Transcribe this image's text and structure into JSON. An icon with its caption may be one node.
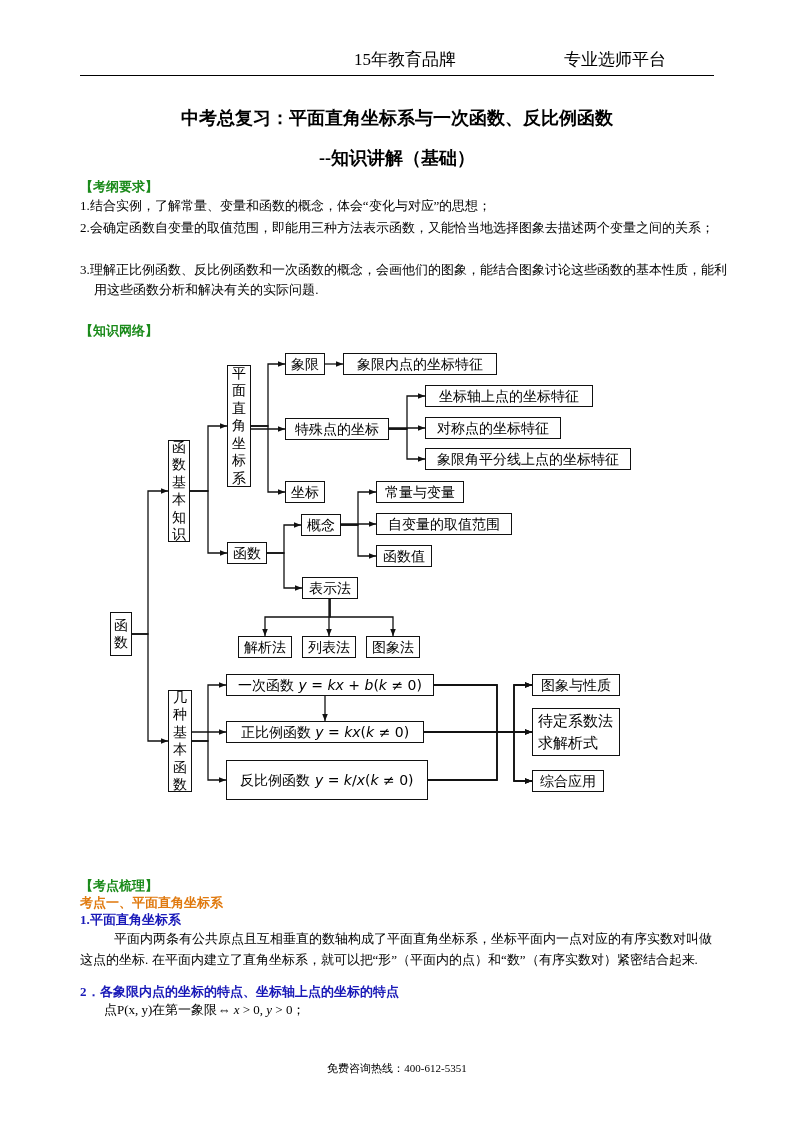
{
  "diagram": {
    "title": "中考总复习：平面直角坐标系与一次函数、反比例函数",
    "nodes": [
      {
        "text": [
          "函数"
        ]
      },
      {
        "text": [
          "函数基本知识"
        ]
      },
      {
        "text": [
          "几种基本函数"
        ]
      },
      {
        "text": [
          "平面直角坐标系"
        ]
      },
      {
        "text": [
          "函数"
        ]
      },
      {
        "text": [
          "象限"
        ]
      },
      {
        "text": [
          "象限内点的坐标特征"
        ]
      },
      {
        "text": [
          "特殊点的坐标"
        ]
      },
      {
        "text": [
          "坐标轴上点的坐标特征"
        ]
      },
      {
        "text": [
          "对称点的坐标特征"
        ]
      },
      {
        "text": [
          "象限角平分线上点的坐标特征"
        ]
      },
      {
        "text": [
          "坐标"
        ]
      },
      {
        "text": [
          "概念"
        ]
      },
      {
        "text": [
          "常量与变量"
        ]
      },
      {
        "text": [
          "自变量的取值范围"
        ]
      },
      {
        "text": [
          "函数值"
        ]
      },
      {
        "text": [
          "表示法"
        ]
      },
      {
        "text": [
          "解析法"
        ]
      },
      {
        "text": [
          "列表法"
        ]
      },
      {
        "text": [
          "图象法"
        ]
      },
      {
        "text": [
          "一次函数 *y* = *kx* + *b*(*k* ≠ 0)"
        ]
      },
      {
        "text": [
          "正比例函数 *y* = *kx*(*k* ≠ 0)"
        ]
      },
      {
        "text": [
          "反比例函数 *y* = *k*/*x*(*k* ≠ 0)"
        ]
      },
      {
        "text": [
          "图象与性质"
        ]
      },
      {
        "text": [
          "待定系数法求解析式"
        ]
      },
      {
        "text": [
          "综合应用"
        ]
      }
    ],
    "edges": [
      {
        "from": 0,
        "to": 1,
        "arrow": "to"
      },
      {
        "from": 0,
        "to": 2,
        "arrow": "to"
      },
      {
        "from": 1,
        "to": 3,
        "arrow": "to"
      },
      {
        "from": 1,
        "to": 4,
        "arrow": "to"
      },
      {
        "from": 3,
        "to": 5,
        "arrow": "to"
      },
      {
        "from": 5,
        "to": 6,
        "arrow": "to"
      },
      {
        "from": 3,
        "to": 7,
        "arrow": "to"
      },
      {
        "from": 3,
        "to": 11,
        "arrow": "to"
      },
      {
        "from": 7,
        "to": 8,
        "arrow": "to"
      },
      {
        "from": 7,
        "to": 9,
        "arrow": "to"
      },
      {
        "from": 7,
        "to": 10,
        "arrow": "to"
      },
      {
        "from": 4,
        "to": 12,
        "arrow": "to"
      },
      {
        "from": 4,
        "to": 16,
        "arrow": "to"
      },
      {
        "from": 12,
        "to": 13,
        "arrow": "to"
      },
      {
        "from": 12,
        "to": 14,
        "arrow": "to"
      },
      {
        "from": 12,
        "to": 15,
        "arrow": "to"
      },
      {
        "from": 16,
        "to": 17,
        "arrow": "to"
      },
      {
        "from": 16,
        "to": 18,
        "arrow": "to"
      },
      {
        "from": 16,
        "to": 19,
        "arrow": "to"
      },
      {
        "from": 2,
        "to": 20,
        "arrow": "to"
      },
      {
        "from": 2,
        "to": 21,
        "arrow": "to"
      },
      {
        "from": 2,
        "to": 22,
        "arrow": "to"
      },
      {
        "from": 20,
        "to": 21,
        "arrow": "to"
      },
      {
        "from": 20,
        "to": 23,
        "arrow": "to"
      },
      {
        "from": 20,
        "to": 24,
        "arrow": "to"
      },
      {
        "from": 20,
        "to": 25,
        "arrow": "to"
      },
      {
        "from": 21,
        "to": 23,
        "arrow": "to"
      },
      {
        "from": 21,
        "to": 24,
        "arrow": "to"
      },
      {
        "from": 21,
        "to": 25,
        "arrow": "to"
      },
      {
        "from": 22,
        "to": 23,
        "arrow": "to"
      },
      {
        "from": 22,
        "to": 24,
        "arrow": "to"
      },
      {
        "from": 22,
        "to": 25,
        "arrow": "to"
      }
    ],
    "labels": [
      "15年教育品牌",
      "专业选师平台",
      "--知识讲解（基础）",
      "【考纲要求】",
      "1.结合实例，了解常量、变量和函数的概念，体会“变化与对应”的思想；",
      "2.会确定函数自变量的取值范围，即能用三种方法表示函数，又能恰当地选择图象去描述两个变量之间的关系；",
      "3.理解正比例函数、反比例函数和一次函数的概念，会画他们的图象，能结合图象讨论这些函数的基本性质，能利用这些函数分析和解决有关的实际问题.",
      "【知识网络】",
      "【考点梳理】",
      "考点一、平面直角坐标系",
      "1.平面直角坐标系",
      "平面内两条有公共原点且互相垂直的数轴构成了平面直角坐标系，坐标平面内一点对应的有序实数对叫做这点的坐标. 在平面内建立了直角坐标系，就可以把“形”（平面内的点）和“数”（有序实数对）紧密结合起来.",
      "2．各象限内点的坐标的特点、坐标轴上点的坐标的特点",
      "点P(x, y)在第一象限⇔ *x* > 0, *y* > 0；",
      "免费咨询热线：400-612-5351"
    ]
  }
}
